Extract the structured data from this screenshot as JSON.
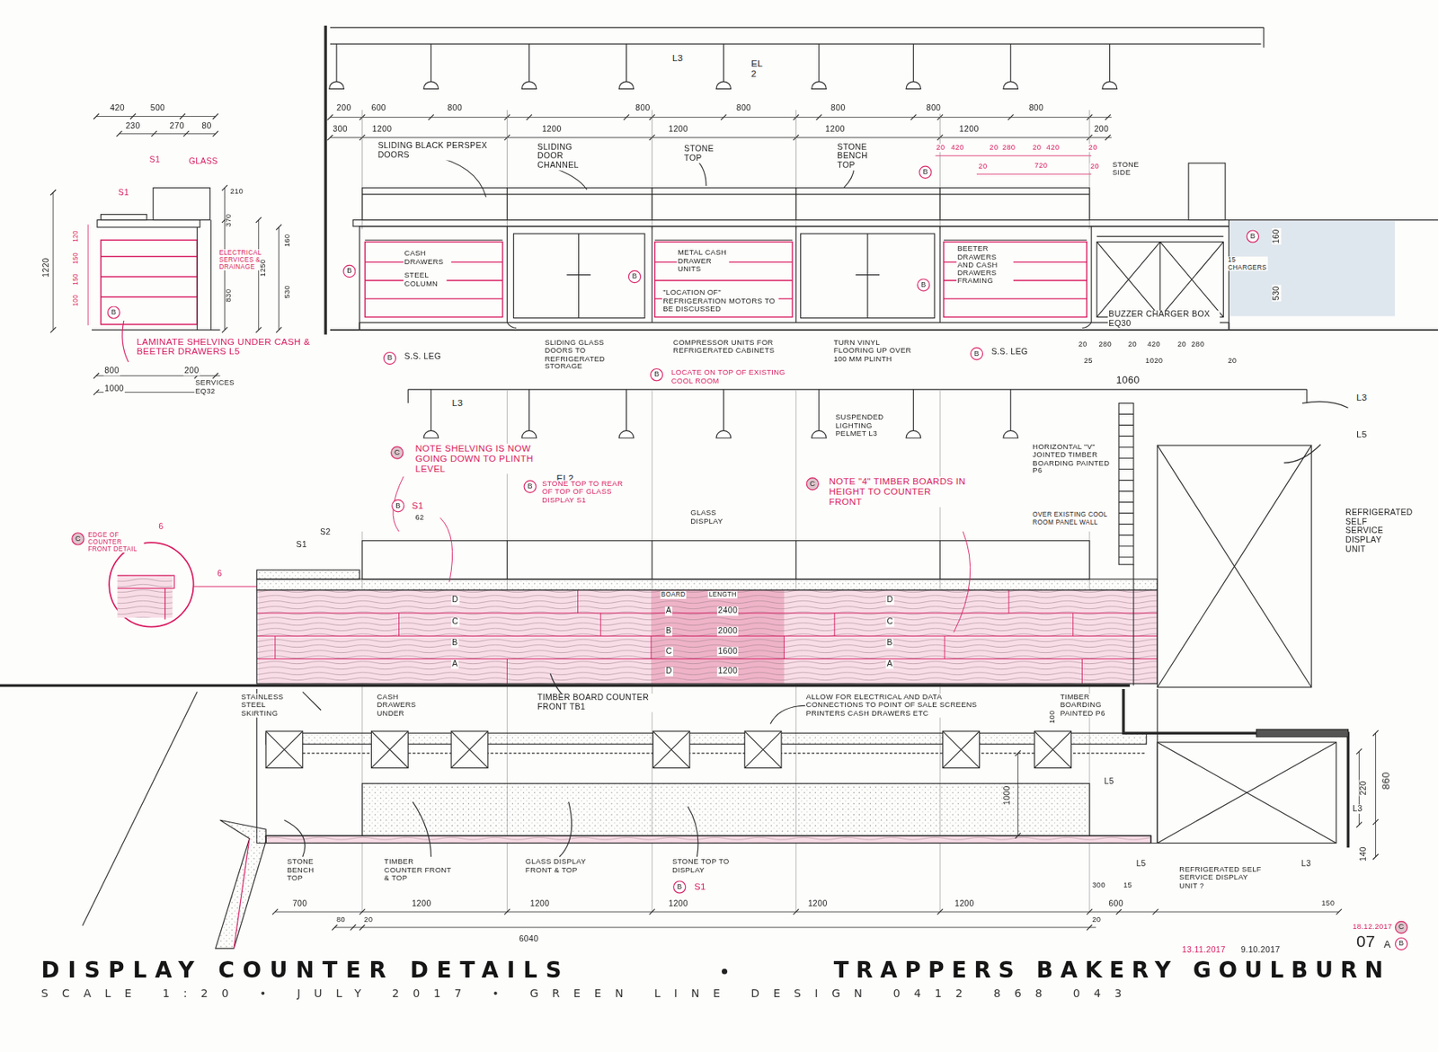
{
  "diagram": {
    "title": "DISPLAY COUNTER DETAILS",
    "caption": "SCALE 1:20 • JULY 2017 • GREEN LINE DESIGN 0412 868 043",
    "nodes": [
      {
        "text": [
          "B"
        ]
      },
      {
        "text": [
          "B"
        ]
      },
      {
        "text": [
          "B"
        ]
      },
      {
        "text": [
          "B"
        ]
      },
      {
        "text": [
          "B"
        ]
      },
      {
        "text": [
          "B"
        ]
      },
      {
        "text": [
          "B"
        ]
      },
      {
        "text": [
          "B"
        ]
      },
      {
        "text": [
          "B"
        ]
      },
      {
        "text": [
          "C"
        ]
      },
      {
        "text": [
          "C"
        ]
      },
      {
        "text": [
          "B"
        ]
      },
      {
        "text": [
          "B"
        ]
      },
      {
        "text": [
          "C"
        ]
      },
      {
        "text": [
          "B"
        ]
      },
      {
        "text": [
          "C"
        ]
      },
      {
        "text": [
          "B"
        ]
      }
    ],
    "labels": [
      "420",
      "500",
      "230",
      "270",
      "80",
      "200",
      "600",
      "800",
      "800",
      "800",
      "800",
      "800",
      "800",
      "300",
      "1200",
      "1200",
      "1200",
      "1200",
      "1200",
      "200",
      "L3",
      "EL 2",
      "20",
      "420",
      "20",
      "280",
      "20",
      "420",
      "20",
      "20",
      "720",
      "20",
      "STONE SIDE",
      "SLIDING BLACK PERSPEX DOORS",
      "SLIDING DOOR CHANNEL",
      "STONE TOP",
      "STONE BENCH TOP",
      "CASH DRAWERS",
      "STEEL COLUMN",
      "METAL CASH DRAWER UNITS",
      "\"LOCATION OF\" REFRIGERATION MOTORS TO BE DISCUSSED",
      "BEETER DRAWERS AND CASH DRAWERS FRAMING",
      "15 CHARGERS",
      "BUZZER CHARGER BOX EQ30",
      "160",
      "530",
      "S1",
      "GLASS",
      "S1",
      "ELECTRICAL SERVICES & DRAINAGE",
      "1220",
      "210",
      "370",
      "830",
      "1250",
      "160",
      "530",
      "120",
      "150",
      "150",
      "100",
      "800",
      "200",
      "1000",
      "SERVICES EQ32",
      "LAMINATE SHELVING UNDER CASH & BEETER DRAWERS L5",
      "S.S. LEG",
      "SLIDING GLASS DOORS TO REFRIGERATED STORAGE",
      "COMPRESSOR UNITS FOR REFRIGERATED CABINETS",
      "LOCATE ON TOP OF EXISTING COOL ROOM",
      "TURN VINYL FLOORING UP OVER 100 MM PLINTH",
      "S.S. LEG",
      "20",
      "280",
      "20",
      "420",
      "20",
      "280",
      "25",
      "1020",
      "20",
      "1060",
      "L3",
      "EL2",
      "SUSPENDED LIGHTING PELMET L3",
      "HORIZONTAL \"V\" JOINTED TIMBER BOARDING PAINTED P6",
      "OVER EXISTING COOL ROOM PANEL WALL",
      "L3",
      "L5",
      "REFRIGERATED SELF SERVICE DISPLAY UNIT",
      "NOTE SHELVING IS NOW GOING DOWN TO PLINTH LEVEL",
      "NOTE \"4\" TIMBER BOARDS IN HEIGHT TO COUNTER FRONT",
      "S1",
      "62",
      "STONE TOP TO REAR OF TOP OF GLASS DISPLAY S1",
      "GLASS DISPLAY",
      "S2",
      "S1",
      "EDGE OF COUNTER FRONT DETAIL",
      "6",
      "6",
      "D",
      "C",
      "B",
      "A",
      "D",
      "C",
      "B",
      "A",
      "BOARD",
      "LENGTH",
      "A",
      "2400",
      "B",
      "2000",
      "C",
      "1600",
      "D",
      "1200",
      "STAINLESS STEEL SKIRTING",
      "CASH DRAWERS UNDER",
      "TIMBER BOARD COUNTER FRONT TB1",
      "ALLOW FOR ELECTRICAL AND DATA CONNECTIONS TO POINT OF SALE SCREENS PRINTERS CASH DRAWERS ETC",
      "TIMBER BOARDING PAINTED P6",
      "100",
      "1000",
      "L5",
      "220",
      "860",
      "L3",
      "140",
      "STONE BENCH TOP",
      "TIMBER COUNTER FRONT & TOP",
      "GLASS DISPLAY FRONT & TOP",
      "STONE TOP TO DISPLAY",
      "S1",
      "L5",
      "REFRIGERATED SELF SERVICE DISPLAY UNIT ?",
      "L3",
      "700",
      "1200",
      "1200",
      "1200",
      "1200",
      "1200",
      "300",
      "15",
      "600",
      "150",
      "80",
      "20",
      "6040",
      "20",
      "13.11.2017",
      "9.10.2017",
      "18.12.2017",
      "07",
      "A",
      "TRAPPERS BAKERY GOULBURN"
    ]
  }
}
